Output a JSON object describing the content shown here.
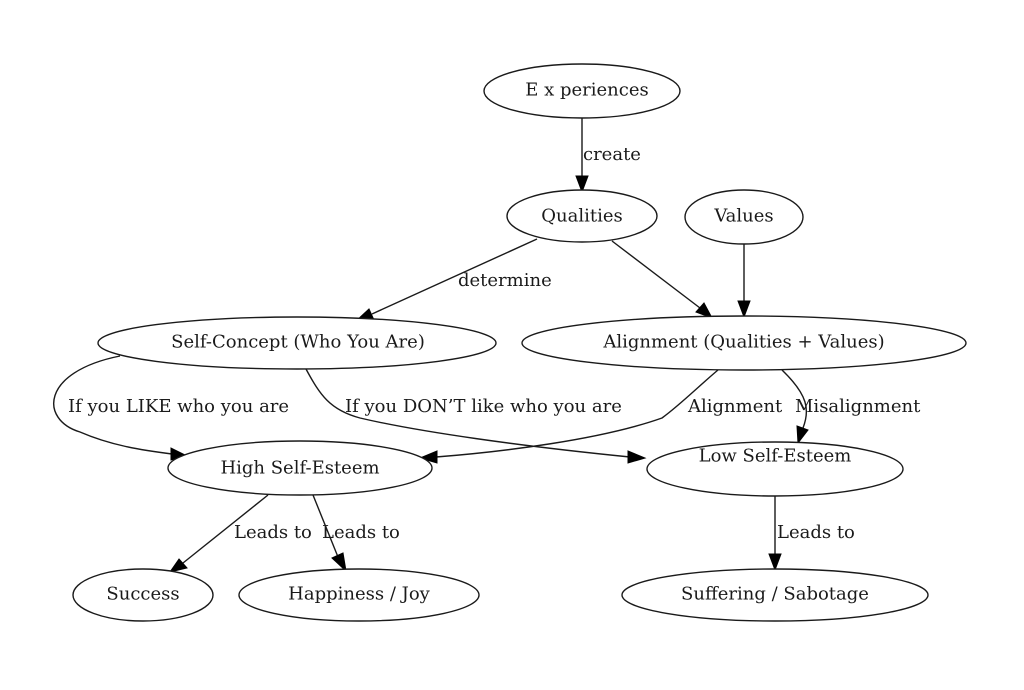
{
  "diagram": {
    "type": "flowchart",
    "nodes": [
      {
        "id": "experiences",
        "label": "E x periences"
      },
      {
        "id": "qualities",
        "label": "Qualities"
      },
      {
        "id": "values",
        "label": "Values"
      },
      {
        "id": "self_concept",
        "label": "Self-Concept (Who You Are)"
      },
      {
        "id": "alignment",
        "label": "Alignment (Qualities + Values)"
      },
      {
        "id": "high_self_esteem",
        "label": "High Self-Esteem"
      },
      {
        "id": "low_self_esteem",
        "label": "Low Self-Esteem"
      },
      {
        "id": "success",
        "label": "Success"
      },
      {
        "id": "happiness",
        "label": "Happiness / Joy"
      },
      {
        "id": "suffering",
        "label": "Suffering / Sabotage"
      }
    ],
    "edges": [
      {
        "from": "experiences",
        "to": "qualities",
        "label": "create"
      },
      {
        "from": "qualities",
        "to": "self_concept",
        "label": "determine"
      },
      {
        "from": "qualities",
        "to": "alignment",
        "label": ""
      },
      {
        "from": "values",
        "to": "alignment",
        "label": ""
      },
      {
        "from": "self_concept",
        "to": "high_self_esteem",
        "label": "If you LIKE who you are"
      },
      {
        "from": "self_concept",
        "to": "low_self_esteem",
        "label": "If you DON’T like who you are"
      },
      {
        "from": "alignment",
        "to": "high_self_esteem",
        "label": "Alignment"
      },
      {
        "from": "alignment",
        "to": "low_self_esteem",
        "label": "Misalignment"
      },
      {
        "from": "high_self_esteem",
        "to": "success",
        "label": "Leads to"
      },
      {
        "from": "high_self_esteem",
        "to": "happiness",
        "label": "Leads to"
      },
      {
        "from": "low_self_esteem",
        "to": "suffering",
        "label": "Leads to"
      }
    ]
  }
}
